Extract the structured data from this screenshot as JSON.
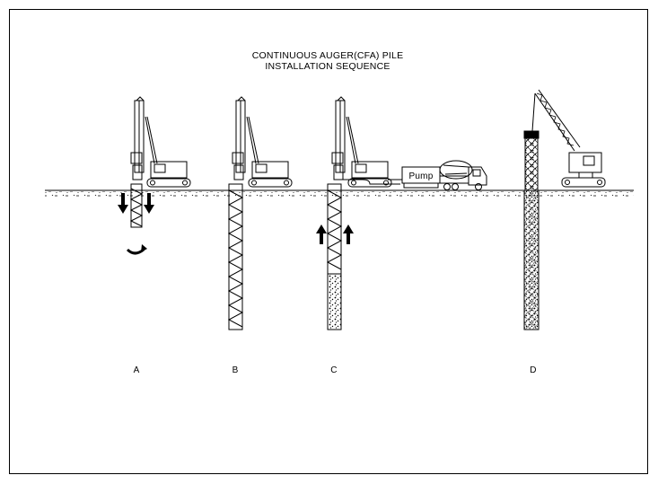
{
  "title": {
    "line1": "CONTINUOUS AUGER(CFA) PILE",
    "line2": "INSTALLATION SEQUENCE"
  },
  "labels": {
    "pump": "Pump",
    "stage_a": "A",
    "stage_b": "B",
    "stage_c": "C",
    "stage_d": "D"
  },
  "colors": {
    "line": "#000000",
    "background": "#ffffff"
  }
}
